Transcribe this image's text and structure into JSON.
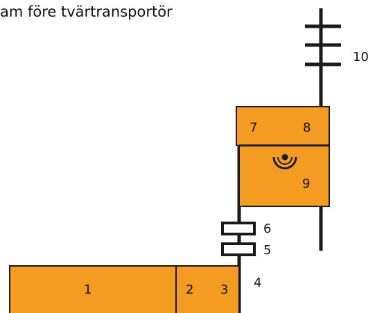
{
  "title": "am före tvärtransportör",
  "colors": {
    "fill": "#F39C21",
    "stroke": "#1A1A1A",
    "background": "#FFFFFF"
  },
  "labels": {
    "n1": "1",
    "n2": "2",
    "n3": "3",
    "n4": "4",
    "n5": "5",
    "n6": "6",
    "n7": "7",
    "n8": "8",
    "n9": "9",
    "n10": "10"
  },
  "icons": {
    "sensor": "photocell-sensor-icon"
  }
}
